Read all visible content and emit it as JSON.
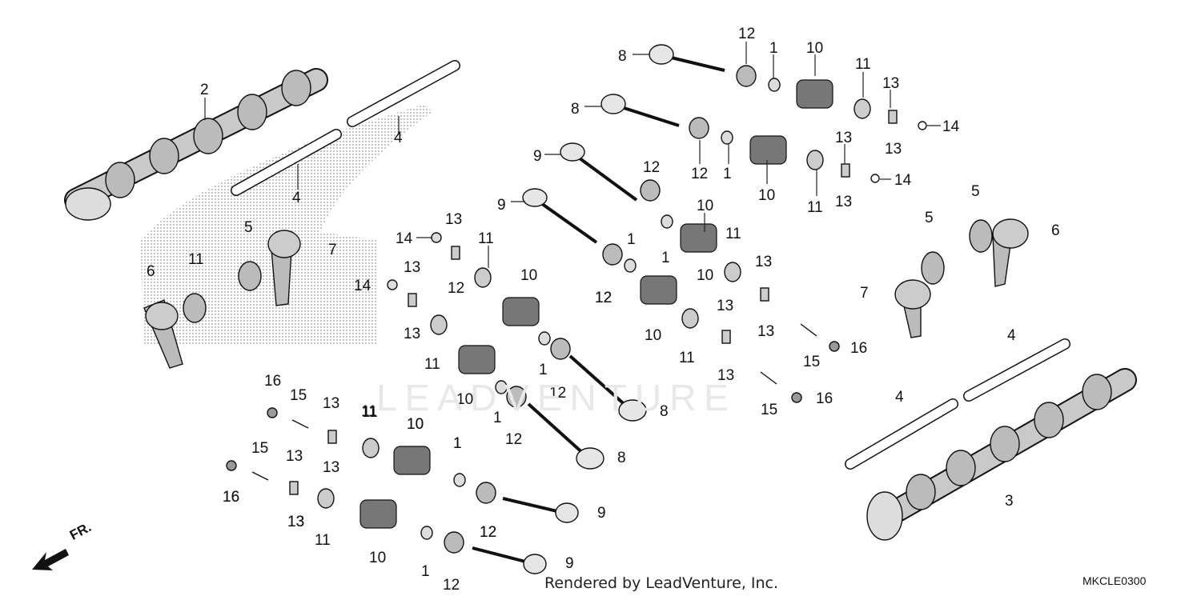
{
  "footer": {
    "credit": "Rendered by LeadVenture, Inc.",
    "diagram_code": "MKCLE0300",
    "watermark": "LEADVENTURE"
  },
  "direction": {
    "front_label": "FR."
  },
  "callouts": [
    "12",
    "1",
    "10",
    "8",
    "11",
    "13",
    "14",
    "2",
    "8",
    "13",
    "12",
    "1",
    "10",
    "11",
    "13",
    "14",
    "4",
    "9",
    "12",
    "13",
    "4",
    "9",
    "10",
    "14",
    "11",
    "5",
    "1",
    "12",
    "13",
    "1",
    "11",
    "6",
    "5",
    "7",
    "5",
    "13",
    "10",
    "12",
    "14",
    "13",
    "7",
    "10",
    "11",
    "6",
    "13",
    "13",
    "12",
    "13",
    "11",
    "10",
    "10",
    "13",
    "4",
    "11",
    "15",
    "16",
    "11",
    "16",
    "15",
    "1",
    "12",
    "13",
    "15",
    "1",
    "8",
    "16",
    "12",
    "10",
    "4",
    "11",
    "10",
    "13",
    "16",
    "15",
    "13",
    "8",
    "1",
    "13",
    "3",
    "12",
    "9",
    "16",
    "11",
    "13",
    "10",
    "12",
    "1",
    "9",
    "1",
    "12"
  ]
}
